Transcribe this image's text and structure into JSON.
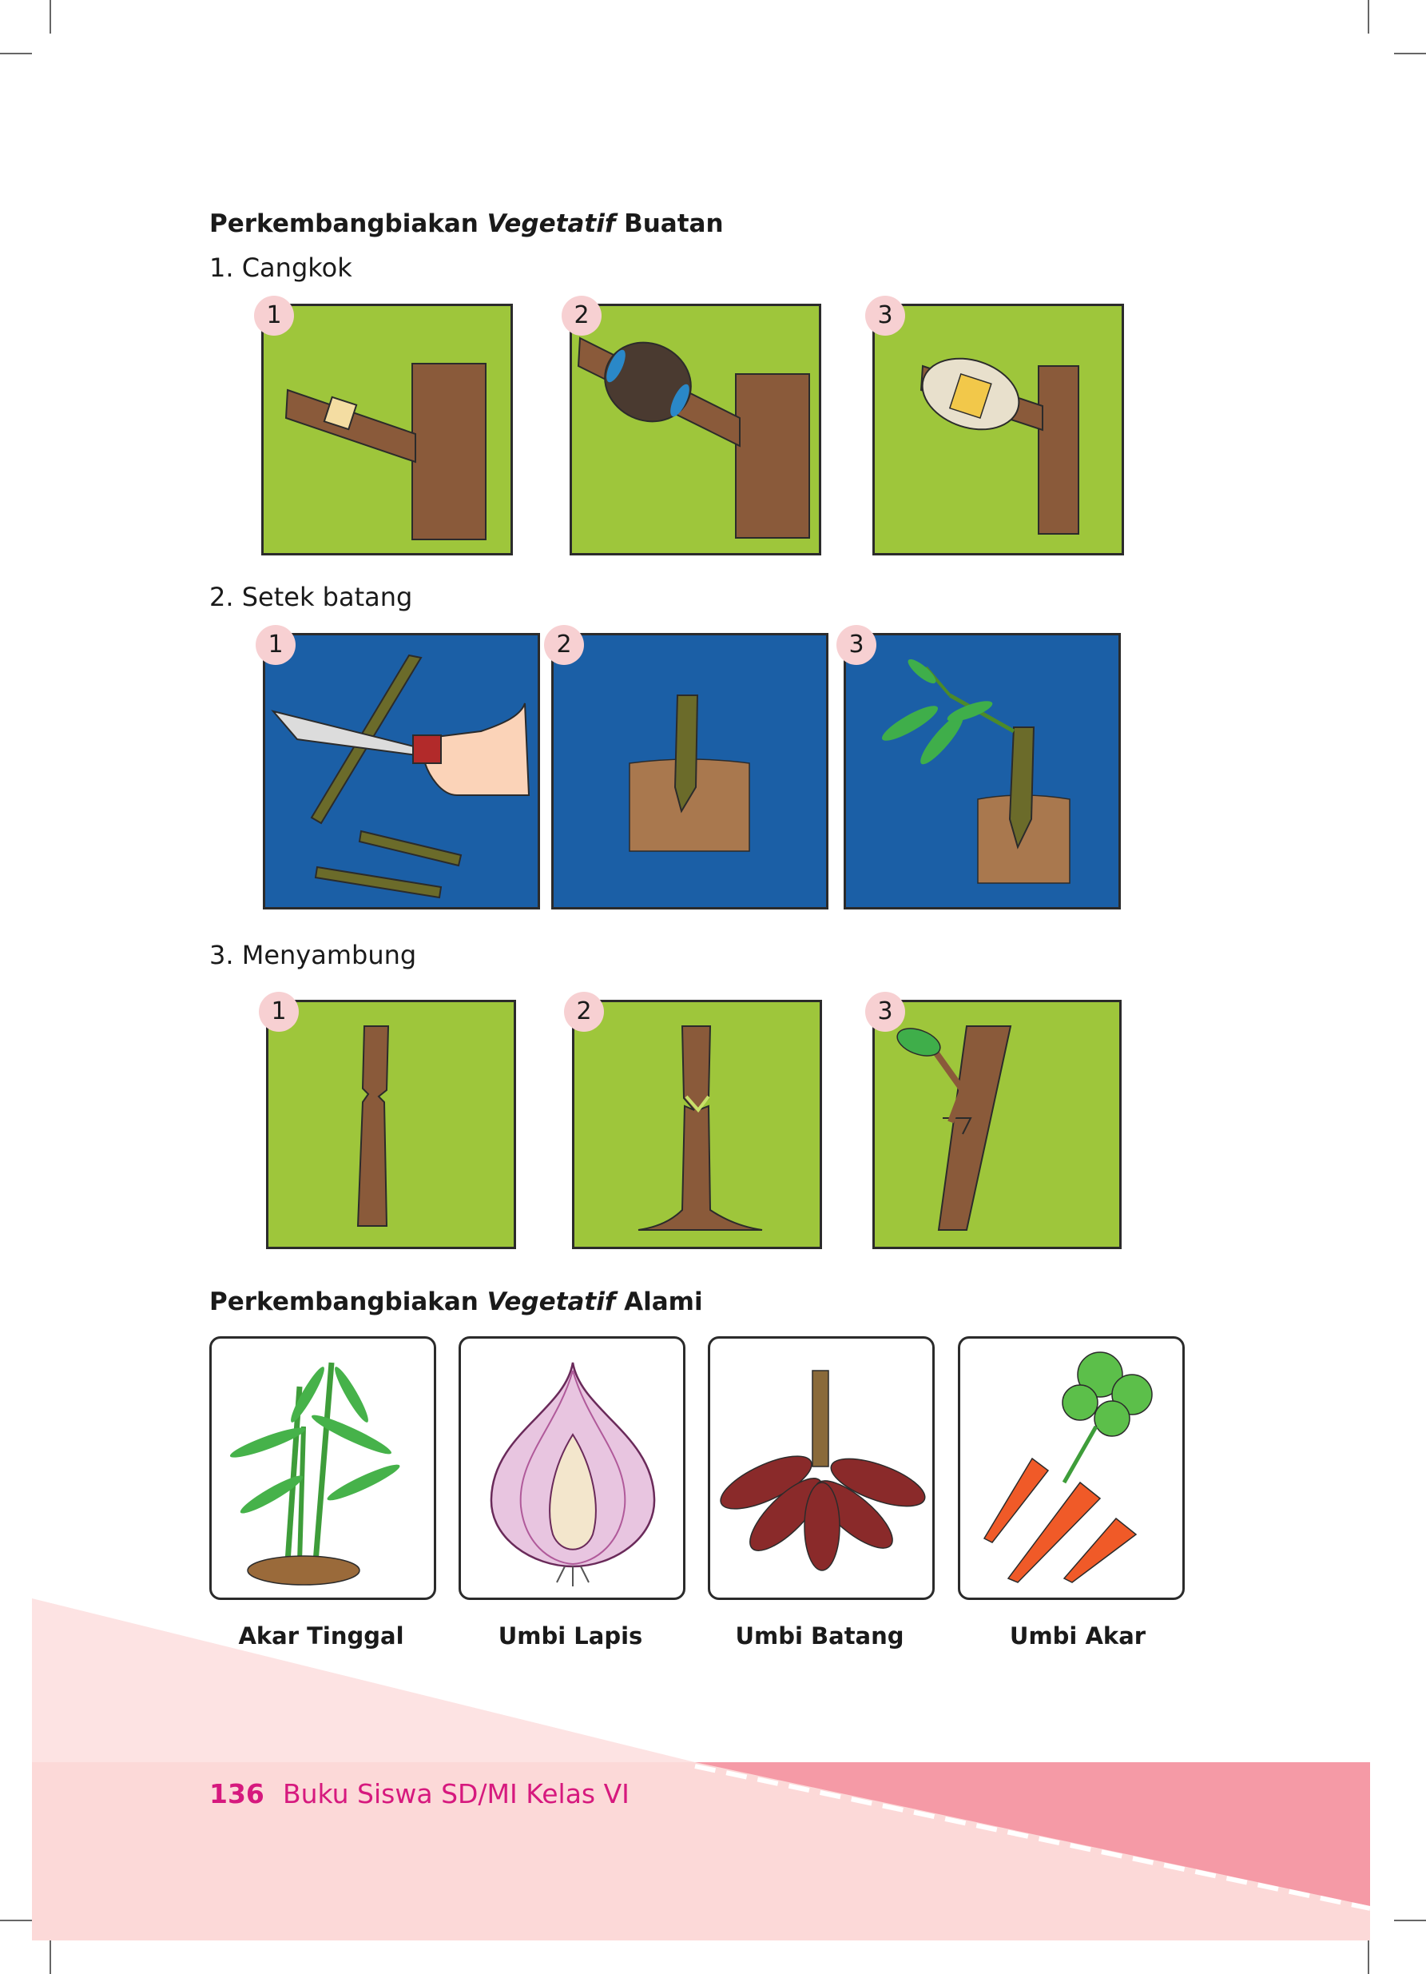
{
  "page": {
    "heading_artificial_prefix": "Perkembangbiakan ",
    "heading_artificial_italic": "Vegetatif",
    "heading_artificial_suffix": " Buatan",
    "heading_natural_prefix": "Perkembangbiakan ",
    "heading_natural_italic": "Vegetatif",
    "heading_natural_suffix": " Alami"
  },
  "sections": [
    {
      "label": "1.   Cangkok",
      "steps": [
        "1",
        "2",
        "3"
      ]
    },
    {
      "label": "2.   Setek batang",
      "steps": [
        "1",
        "2",
        "3"
      ]
    },
    {
      "label": "3.   Menyambung",
      "steps": [
        "1",
        "2",
        "3"
      ]
    }
  ],
  "natural_examples": [
    {
      "caption": "Akar Tinggal",
      "icon": "ginger-icon"
    },
    {
      "caption": "Umbi Lapis",
      "icon": "onion-icon"
    },
    {
      "caption": "Umbi Batang",
      "icon": "sweet-potato-icon"
    },
    {
      "caption": "Umbi Akar",
      "icon": "carrot-icon"
    }
  ],
  "footer": {
    "page_number": "136",
    "book_title": "Buku Siswa SD/MI Kelas VI"
  },
  "colors": {
    "panel_green": "#9ec63b",
    "panel_blue": "#1b5fa6",
    "trunk_brown": "#8a5a3a",
    "footer_pink": "#f59aa6",
    "footer_light_pink": "#fcdcdc",
    "page_number_magenta": "#d6197e"
  }
}
